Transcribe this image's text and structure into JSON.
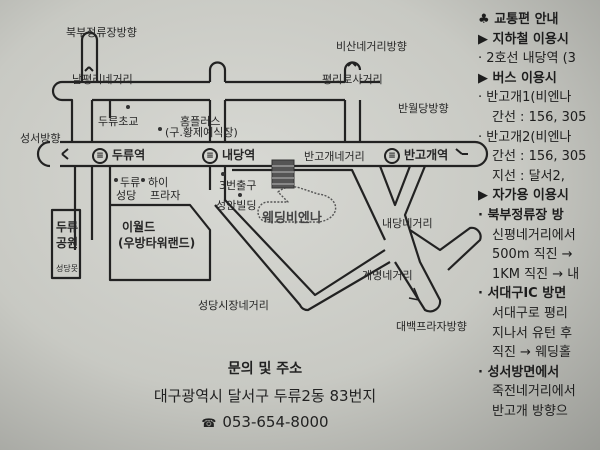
{
  "map": {
    "directions": {
      "north_terminal": "북부정류장방향",
      "bisan": "비산네거리방향",
      "seongseo": "성서방향",
      "banwoldang": "반월당방향",
      "daebaek": "대백프라자방향"
    },
    "intersections": {
      "nampyeongri": "남평리네거리",
      "pyeongrirosa": "평리로사거리",
      "bangogae": "반고개네거리",
      "naedang": "내당네거리",
      "gyemyeong": "계명네거리",
      "seongdang_market": "성당시장네거리"
    },
    "stations": {
      "duryu": "두류역",
      "naedang": "내당역",
      "bangogae": "반고개역"
    },
    "landmarks": {
      "duryu_school": "두류초교",
      "homeplus": "홈플러스",
      "homeplus_sub": "(구.황제예식장)",
      "duryu_church_1": "두류",
      "duryu_church_2": "성당",
      "hai_1": "하이",
      "hai_2": "프라자",
      "exit3": "3번출구",
      "seongan": "성안빌딩",
      "eworld": "이월드",
      "eworld_sub": "(우방타워랜드)",
      "park_1": "두류",
      "park_2": "공원",
      "seongdangmot": "성당못",
      "venue": "웨딩비엔나"
    }
  },
  "footer": {
    "title": "문의 및 주소",
    "address": "대구광역시 달서구 두류2동 83번지",
    "phone_icon": "☎",
    "phone": "053-654-8000"
  },
  "info": {
    "heading": "교통편 안내",
    "lines": [
      {
        "t": "▶ 지하철 이용시",
        "c": "h"
      },
      {
        "t": "· 2호선 내당역 (3",
        "c": ""
      },
      {
        "t": "▶ 버스 이용시",
        "c": "h"
      },
      {
        "t": "· 반고개1(비엔나",
        "c": ""
      },
      {
        "t": "간선 : 156, 305",
        "c": "in"
      },
      {
        "t": "· 반고개2(비엔나",
        "c": ""
      },
      {
        "t": "간선 : 156, 305",
        "c": "in"
      },
      {
        "t": "지선 : 달서2, ",
        "c": "in"
      },
      {
        "t": "▶ 자가용 이용시",
        "c": "h"
      },
      {
        "t": "· 북부정류장 방",
        "c": "h"
      },
      {
        "t": "신평네거리에서",
        "c": "in"
      },
      {
        "t": "500m 직진 →",
        "c": "in"
      },
      {
        "t": "1KM 직진 → 내",
        "c": "in"
      },
      {
        "t": "· 서대구IC 방면",
        "c": "h"
      },
      {
        "t": "서대구로 평리",
        "c": "in"
      },
      {
        "t": "지나서 유턴 후",
        "c": "in"
      },
      {
        "t": "직진 → 웨딩홀",
        "c": "in"
      },
      {
        "t": "· 성서방면에서",
        "c": "h"
      },
      {
        "t": "죽전네거리에서",
        "c": "in"
      },
      {
        "t": "반고개 방향으",
        "c": "in"
      }
    ]
  }
}
